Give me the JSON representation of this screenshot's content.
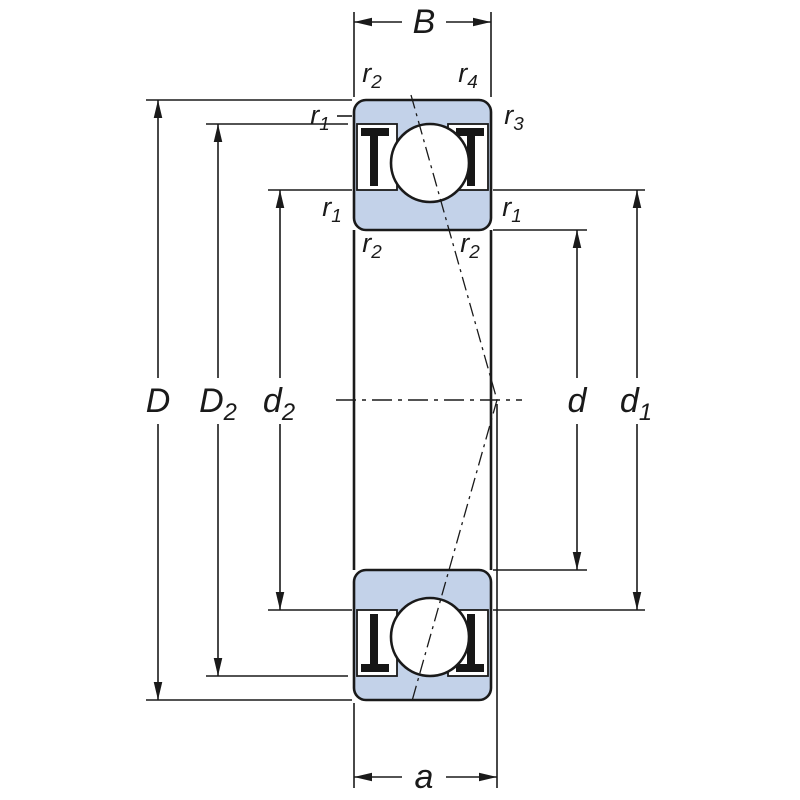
{
  "drawing": {
    "figure_type": "bearing-cross-section-diagram",
    "colors": {
      "line": "#1a1a1a",
      "section_fill": "#c3d2e9",
      "seal": "#161616",
      "background": "#ffffff"
    },
    "labels": {
      "B": {
        "base": "B",
        "sub": ""
      },
      "a": {
        "base": "a",
        "sub": ""
      },
      "D": {
        "base": "D",
        "sub": ""
      },
      "D2": {
        "base": "D",
        "sub": "2"
      },
      "d": {
        "base": "d",
        "sub": ""
      },
      "d1": {
        "base": "d",
        "sub": "1"
      },
      "d2": {
        "base": "d",
        "sub": "2"
      },
      "r1": {
        "base": "r",
        "sub": "1"
      },
      "r2": {
        "base": "r",
        "sub": "2"
      },
      "r3": {
        "base": "r",
        "sub": "3"
      },
      "r4": {
        "base": "r",
        "sub": "4"
      }
    }
  }
}
